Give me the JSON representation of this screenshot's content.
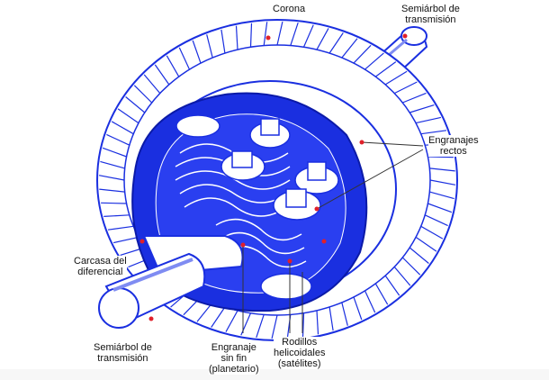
{
  "labels": {
    "corona": "Corona",
    "semiarbol_top": [
      "Semiárbol de",
      "transmisión"
    ],
    "engranajes_rectos": [
      "Engranajes",
      "rectos"
    ],
    "carcasa": [
      "Carcasa del",
      "diferencial"
    ],
    "semiarbol_bottom": [
      "Semiárbol de",
      "transmisión"
    ],
    "engranaje_sin_fin": [
      "Engranaje",
      "sin fin",
      "(planetario)"
    ],
    "rodillos": [
      "Rodillos",
      "helicoidales",
      "(satélites)"
    ]
  },
  "colors": {
    "drawing_blue": "#1a2fe0",
    "light_blue": "#7f8cf2",
    "marker_red": "#e0202a",
    "text": "#111111"
  }
}
